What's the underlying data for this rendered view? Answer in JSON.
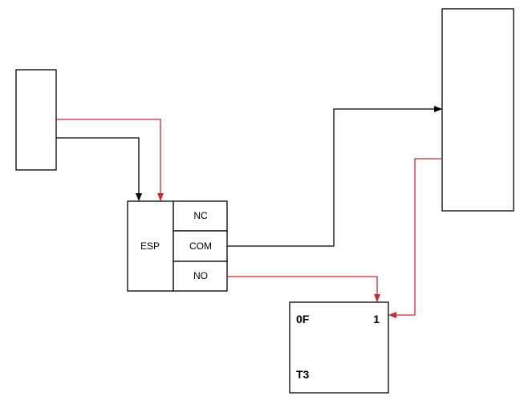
{
  "diagram": {
    "relay": {
      "name": "ESP",
      "terminals": [
        "NC",
        "COM",
        "NO"
      ]
    },
    "output_block": {
      "top_left": "0F",
      "top_right": "1",
      "bottom_left": "T3"
    }
  },
  "colors": {
    "line": "#000000",
    "red_wire": "#d1262d"
  }
}
